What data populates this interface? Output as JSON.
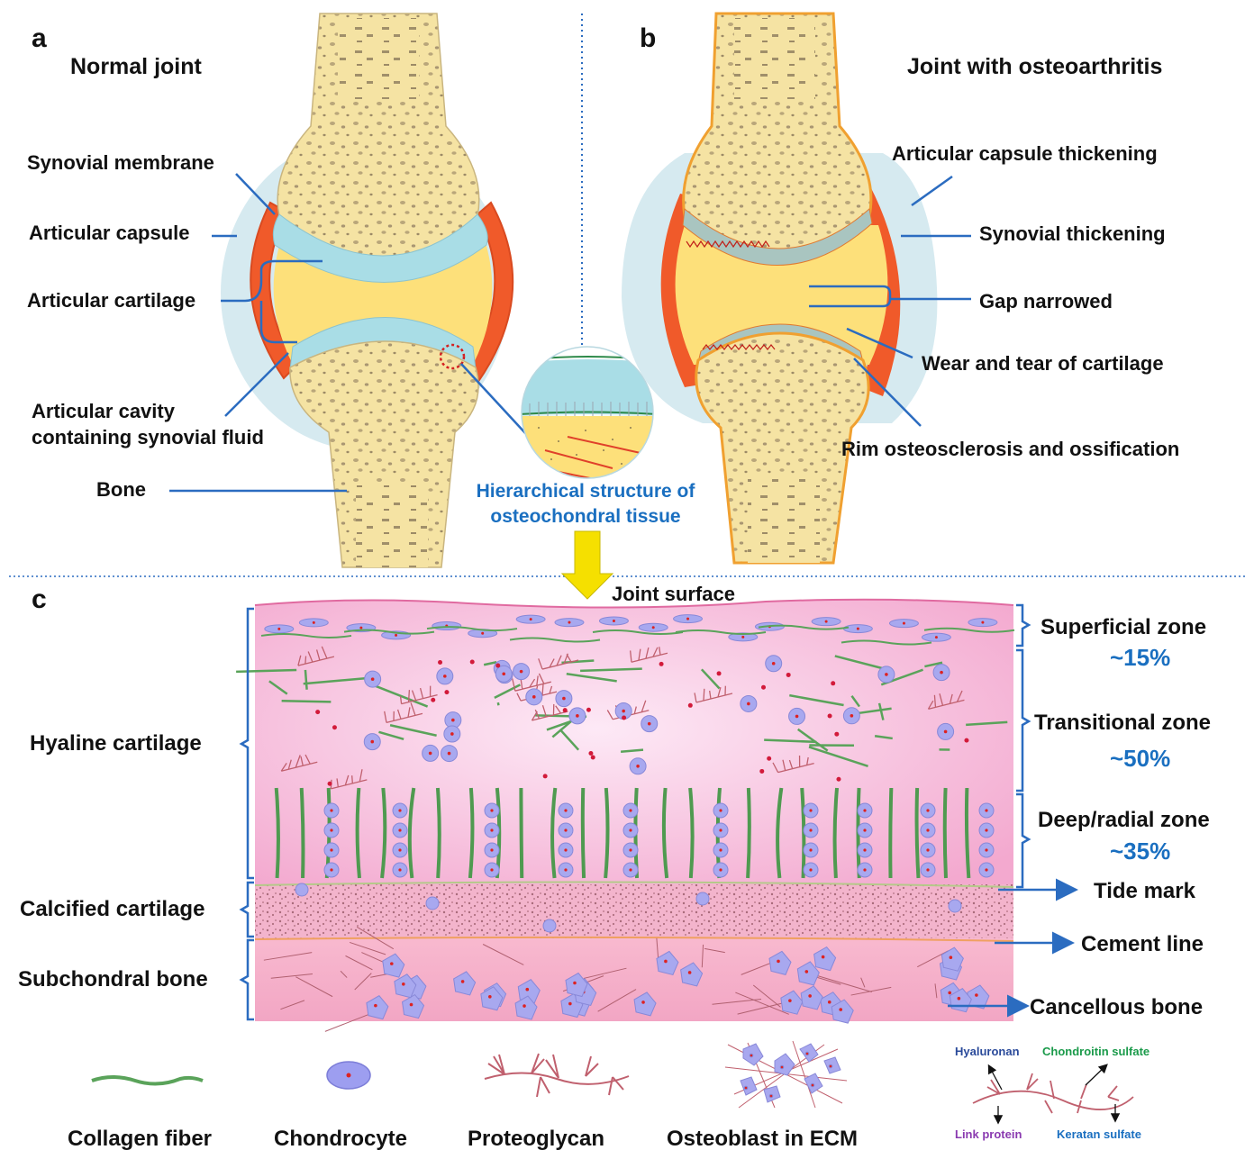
{
  "panels": {
    "a": {
      "letter": "a",
      "title": "Normal joint"
    },
    "b": {
      "letter": "b",
      "title": "Joint with osteoarthritis"
    },
    "c": {
      "letter": "c"
    }
  },
  "panel_a_labels": {
    "synovial_membrane": "Synovial membrane",
    "articular_capsule": "Articular capsule",
    "articular_cartilage": "Articular cartilage",
    "articular_cavity_1": "Articular cavity",
    "articular_cavity_2": "containing synovial fluid",
    "bone": "Bone"
  },
  "panel_b_labels": {
    "capsule_thickening": "Articular capsule thickening",
    "synovial_thickening": "Synovial thickening",
    "gap_narrowed": "Gap narrowed",
    "wear_tear": "Wear and tear of cartilage",
    "rim": "Rim osteosclerosis and ossification"
  },
  "hierarchical_caption": {
    "line1": "Hierarchical structure of",
    "line2": "osteochondral tissue"
  },
  "panel_c": {
    "joint_surface": "Joint surface",
    "left_labels": {
      "hyaline": "Hyaline cartilage",
      "calcified": "Calcified cartilage",
      "subchondral": "Subchondral bone"
    },
    "zones": [
      {
        "name": "Superficial zone",
        "percent": "~15%"
      },
      {
        "name": "Transitional zone",
        "percent": "~50%"
      },
      {
        "name": "Deep/radial zone",
        "percent": "~35%"
      }
    ],
    "boundaries": {
      "tide_mark": "Tide mark",
      "cement_line": "Cement line",
      "cancellous": "Cancellous bone"
    }
  },
  "legend": {
    "items": [
      "Collagen fiber",
      "Chondrocyte",
      "Proteoglycan",
      "Osteoblast in ECM"
    ],
    "proteoglycan_parts": {
      "hyaluronan": "Hyaluronan",
      "chondroitin": "Chondroitin sulfate",
      "link_protein": "Link protein",
      "keratan": "Keratan sulfate"
    }
  },
  "colors": {
    "bone": "#f5e3a3",
    "cartilage": "#a9dde6",
    "synovium": "#f05a2a",
    "capsule": "#d6eaf0",
    "fluid": "#fde07a",
    "label_blue": "#1a6fc0",
    "tissue_pink": "#f6b7d8",
    "collagen": "#5aa35a",
    "chondrocyte": "#9d9ef0",
    "proteoglycan": "#c0606e"
  }
}
